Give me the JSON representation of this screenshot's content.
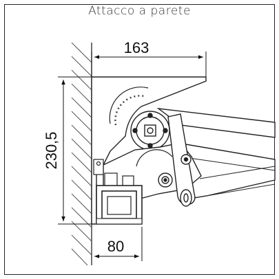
{
  "caption": "Attacco a parete",
  "dimensions": {
    "width_top": "163",
    "height_left": "230,5",
    "width_bottom": "80"
  }
}
